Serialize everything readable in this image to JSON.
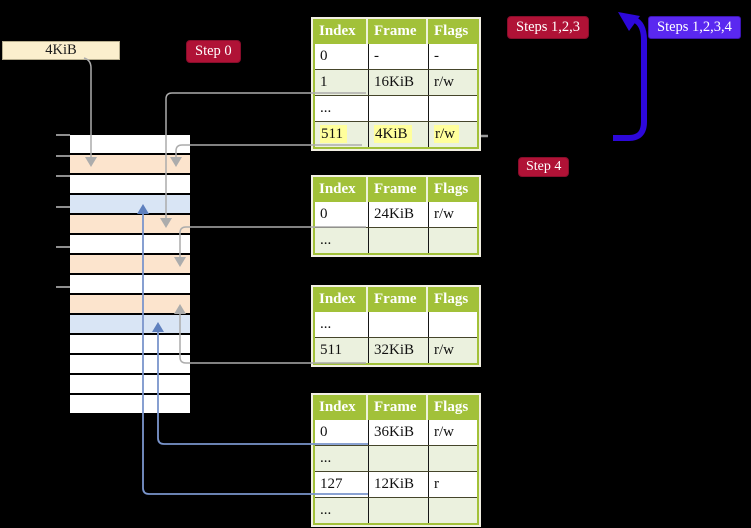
{
  "labels": {
    "page_size_box": "4KiB"
  },
  "badges": {
    "step0": "Step 0",
    "steps123": "Steps 1,2,3",
    "steps1234": "Steps 1,2,3,4",
    "step4": "Step 4"
  },
  "columns": [
    "Index",
    "Frame",
    "Flags"
  ],
  "tables": [
    {
      "rows": [
        {
          "cells": [
            "0",
            "-",
            "-"
          ],
          "shade": "white"
        },
        {
          "cells": [
            "1",
            "16KiB",
            "r/w"
          ],
          "shade": "green"
        },
        {
          "cells": [
            "...",
            "",
            ""
          ],
          "shade": "white"
        },
        {
          "cells": [
            "511",
            "4KiB",
            "r/w"
          ],
          "shade": "green",
          "highlight": true
        }
      ]
    },
    {
      "rows": [
        {
          "cells": [
            "0",
            "24KiB",
            "r/w"
          ],
          "shade": "white"
        },
        {
          "cells": [
            "...",
            "",
            ""
          ],
          "shade": "green"
        }
      ]
    },
    {
      "rows": [
        {
          "cells": [
            "...",
            "",
            ""
          ],
          "shade": "white"
        },
        {
          "cells": [
            "511",
            "32KiB",
            "r/w"
          ],
          "shade": "green"
        }
      ]
    },
    {
      "rows": [
        {
          "cells": [
            "0",
            "36KiB",
            "r/w"
          ],
          "shade": "white"
        },
        {
          "cells": [
            "...",
            "",
            ""
          ],
          "shade": "green"
        },
        {
          "cells": [
            "127",
            "12KiB",
            "r"
          ],
          "shade": "white"
        },
        {
          "cells": [
            "...",
            "",
            ""
          ],
          "shade": "green"
        }
      ]
    }
  ],
  "memory": {
    "rows": [
      "white",
      "orange",
      "white",
      "blue",
      "orange",
      "white",
      "orange",
      "white",
      "orange",
      "blue",
      "white",
      "white",
      "white",
      "white"
    ]
  },
  "colors": {
    "header_green": "#A2C139",
    "row_green": "#EBF1DE",
    "highlight_yellow": "#FFFF9C",
    "badge_red": "#B01236",
    "badge_blue": "#5A28F0",
    "arrow_blue": "#2D08DA",
    "connector_gray": "#ACACAC",
    "connector_blue": "#7A95CC",
    "cell_orange": "#FCE4CD",
    "cell_blue": "#D9E5F5"
  }
}
